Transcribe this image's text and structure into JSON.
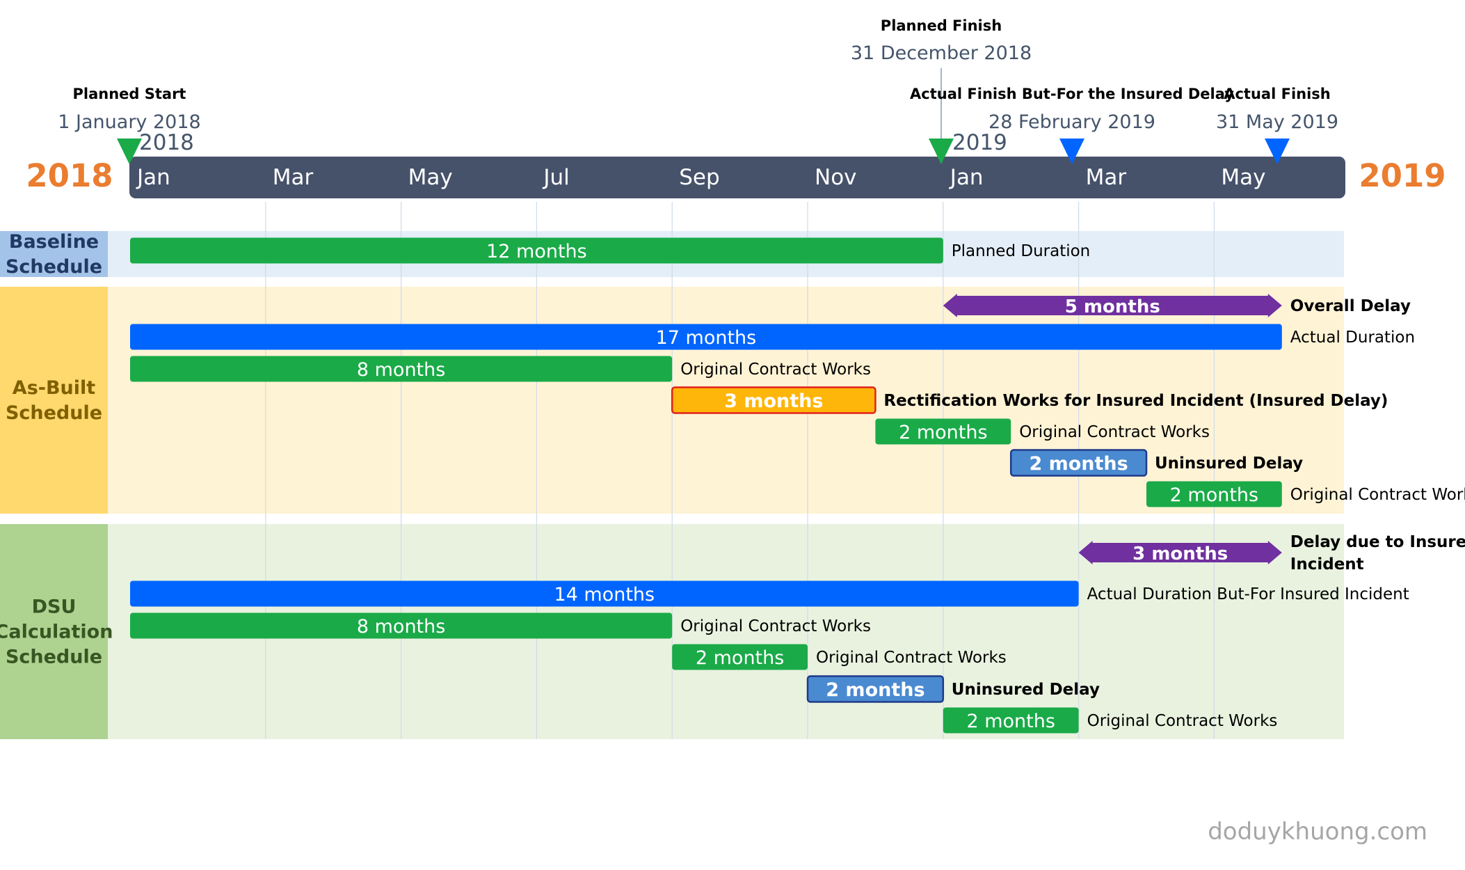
{
  "colors": {
    "timeline_bar": "#46526a",
    "year_orange": "#ea7d30",
    "green_bar": "#1aaa48",
    "blue_bar": "#0065ff",
    "steel_bar": "#4a8ad0",
    "amber_bar": "#ffb60a",
    "purple_arrow": "#7030a0",
    "green_marker": "#1aaa48",
    "blue_marker": "#0065ff",
    "baseline_label_bg": "#a4c3e8",
    "baseline_band_bg": "#e4eef8",
    "asbuilt_label_bg": "#ffd86e",
    "asbuilt_band_bg": "#fff3d5",
    "dsu_label_bg": "#aed290",
    "dsu_band_bg": "#e9f2df",
    "gray_text": "#44546a",
    "watermark": "#a6a6a6"
  },
  "timeline": {
    "left_year": "2018",
    "right_year": "2019",
    "year_tick_2018": "2018",
    "year_tick_2019": "2019",
    "months": [
      "Jan",
      "Mar",
      "May",
      "Jul",
      "Sep",
      "Nov",
      "Jan",
      "Mar",
      "May"
    ]
  },
  "milestones": [
    {
      "id": "planned-start",
      "title": "Planned Start",
      "date": "1 January 2018",
      "month": 0,
      "marker": "green"
    },
    {
      "id": "planned-finish",
      "title": "Planned Finish",
      "date": "31 December 2018",
      "month": 12,
      "marker": "green"
    },
    {
      "id": "actual-finish-but-for",
      "title": "Actual Finish But-For the Insured Delay",
      "date": "28 February 2019",
      "month": 14,
      "marker": "blue"
    },
    {
      "id": "actual-finish",
      "title": "Actual Finish",
      "date": "31 May 2019",
      "month": 17,
      "marker": "blue"
    }
  ],
  "sections": [
    {
      "id": "baseline",
      "label": "Baseline Schedule",
      "label_color": "#1f3864",
      "rows": [
        {
          "type": "bar",
          "style": "green",
          "start": 0,
          "end": 12,
          "value": "12 months",
          "label": "Planned Duration",
          "bold": false
        }
      ]
    },
    {
      "id": "as-built",
      "label": "As-Built Schedule",
      "label_color": "#7f6000",
      "rows": [
        {
          "type": "arrow",
          "style": "purple",
          "start": 12,
          "end": 17,
          "value": "5 months",
          "label": "Overall Delay",
          "bold": true
        },
        {
          "type": "bar",
          "style": "blue",
          "start": 0,
          "end": 17,
          "value": "17 months",
          "label": "Actual Duration",
          "bold": false
        },
        {
          "type": "bar",
          "style": "green",
          "start": 0,
          "end": 8,
          "value": "8 months",
          "label": "Original Contract Works",
          "bold": false
        },
        {
          "type": "bar",
          "style": "amber",
          "start": 8,
          "end": 11,
          "value": "3 months",
          "label": "Rectification Works for Insured Incident (Insured Delay)",
          "bold": true
        },
        {
          "type": "bar",
          "style": "green",
          "start": 11,
          "end": 13,
          "value": "2 months",
          "label": "Original Contract Works",
          "bold": false
        },
        {
          "type": "bar",
          "style": "steel",
          "start": 13,
          "end": 15,
          "value": "2 months",
          "label": "Uninsured Delay",
          "bold": true
        },
        {
          "type": "bar",
          "style": "green",
          "start": 15,
          "end": 17,
          "value": "2 months",
          "label": "Original Contract Works",
          "bold": false
        }
      ]
    },
    {
      "id": "dsu",
      "label": "DSU Calculation Schedule",
      "label_color": "#375623",
      "rows": [
        {
          "type": "arrow",
          "style": "purple",
          "start": 14,
          "end": 17,
          "value": "3 months",
          "label": "Delay due to Insured Incident",
          "bold": true
        },
        {
          "type": "bar",
          "style": "blue",
          "start": 0,
          "end": 14,
          "value": "14 months",
          "label": "Actual Duration But-For Insured Incident",
          "bold": false
        },
        {
          "type": "bar",
          "style": "green",
          "start": 0,
          "end": 8,
          "value": "8 months",
          "label": "Original Contract Works",
          "bold": false
        },
        {
          "type": "bar",
          "style": "green",
          "start": 8,
          "end": 10,
          "value": "2 months",
          "label": "Original Contract Works",
          "bold": false
        },
        {
          "type": "bar",
          "style": "steel",
          "start": 10,
          "end": 12,
          "value": "2 months",
          "label": "Uninsured Delay",
          "bold": true
        },
        {
          "type": "bar",
          "style": "green",
          "start": 12,
          "end": 14,
          "value": "2 months",
          "label": "Original Contract Works",
          "bold": false
        }
      ]
    }
  ],
  "watermark": "doduykhuong.com"
}
